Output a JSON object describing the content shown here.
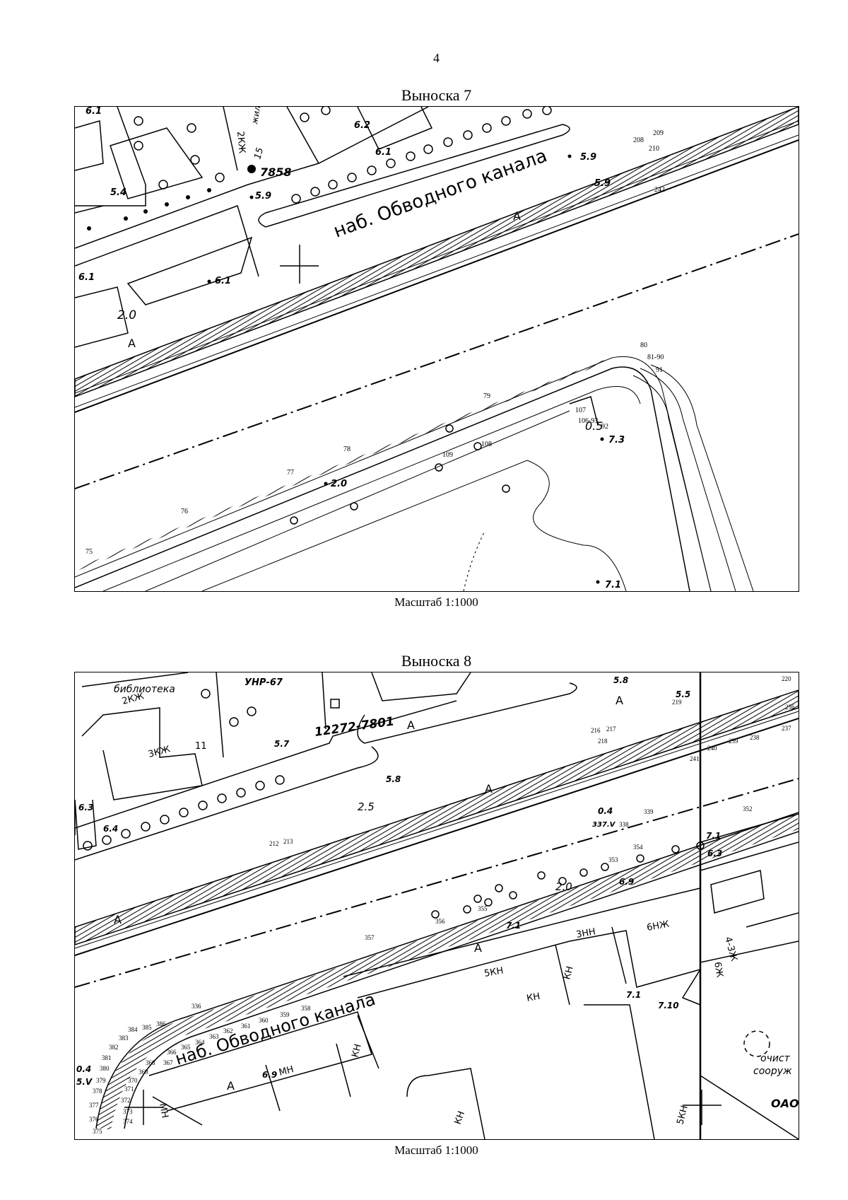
{
  "page_number": "4",
  "callouts": [
    {
      "title": "Выноска 7",
      "scale": "Масштаб 1:1000",
      "street_label": "наб. Обводного канала",
      "building_number": "7858",
      "house_number": "15",
      "building_type": "2КЖ",
      "building_type_partial": "жилище",
      "elevations": [
        "6.1",
        "6.2",
        "5.4",
        "5.9",
        "6.1",
        "5.9",
        "5.9",
        "6.1",
        "2.0",
        "7.3",
        "0.5",
        "2.0",
        "6.1",
        "7.1"
      ],
      "material_marks": [
        "A",
        "A"
      ],
      "point_numbers": [
        "208",
        "209",
        "210",
        "242",
        "80",
        "81-90",
        "91",
        "79",
        "107",
        "106-93",
        "92",
        "108",
        "109",
        "78",
        "77",
        "76",
        "75"
      ]
    },
    {
      "title": "Выноска 8",
      "scale": "Масштаб 1:1000",
      "street_label": "наб. Обводного канала",
      "library_label": "библиотека",
      "org_label": "УНР-67",
      "code_label": "12272-7801",
      "building_marks": [
        "2КЖ",
        "3КЖ",
        "11",
        "3НН",
        "6НЖ",
        "5КН",
        "КН",
        "КН",
        "МН",
        "КН",
        "5КН",
        "4-3Ж",
        "6Ж",
        "КН",
        "МН"
      ],
      "material_marks": [
        "A",
        "A",
        "A",
        "A",
        "A",
        "A"
      ],
      "elevations": [
        "5.8",
        "5.7",
        "5.8",
        "6.3",
        "6.4",
        "2.5",
        "0.4",
        "337.V",
        "2.0",
        "6.9",
        "7.1",
        "7.1",
        "7.10",
        "6.3",
        "7.1",
        "6.9",
        "0.4",
        "5.V",
        "5.5"
      ],
      "point_numbers": [
        "216",
        "217",
        "218",
        "219",
        "220",
        "236",
        "237",
        "238",
        "239",
        "240",
        "241",
        "212",
        "213",
        "338",
        "339",
        "352",
        "353",
        "354",
        "355",
        "356",
        "357",
        "336",
        "358",
        "359",
        "360",
        "361",
        "362",
        "363",
        "364",
        "365",
        "366",
        "367",
        "368",
        "369",
        "370",
        "371",
        "372",
        "373",
        "374",
        "375",
        "376",
        "377",
        "378",
        "379",
        "380",
        "381",
        "382",
        "383",
        "384",
        "385",
        "386"
      ],
      "partial_labels": [
        "очист",
        "сооруж",
        "ОАО"
      ]
    }
  ]
}
